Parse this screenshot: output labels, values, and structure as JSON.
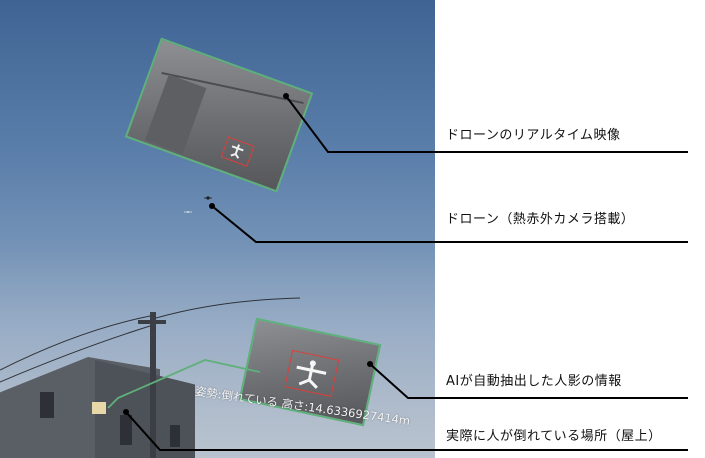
{
  "callouts": {
    "feed": "ドローンのリアルタイム映像",
    "drone": "ドローン（熱赤外カメラ搭載）",
    "ai": "AIが自動抽出した人影の情報",
    "location": "実際に人が倒れている場所（屋上）"
  },
  "overlay": {
    "pose_text": "姿勢:倒れている 高さ:14.6336927414m"
  },
  "colors": {
    "frame_border": "#5fb07a",
    "detection_box": "#d9403a",
    "leader_line": "#000000"
  },
  "icons": {
    "drone": "drone-icon",
    "person": "person-silhouette-icon"
  }
}
